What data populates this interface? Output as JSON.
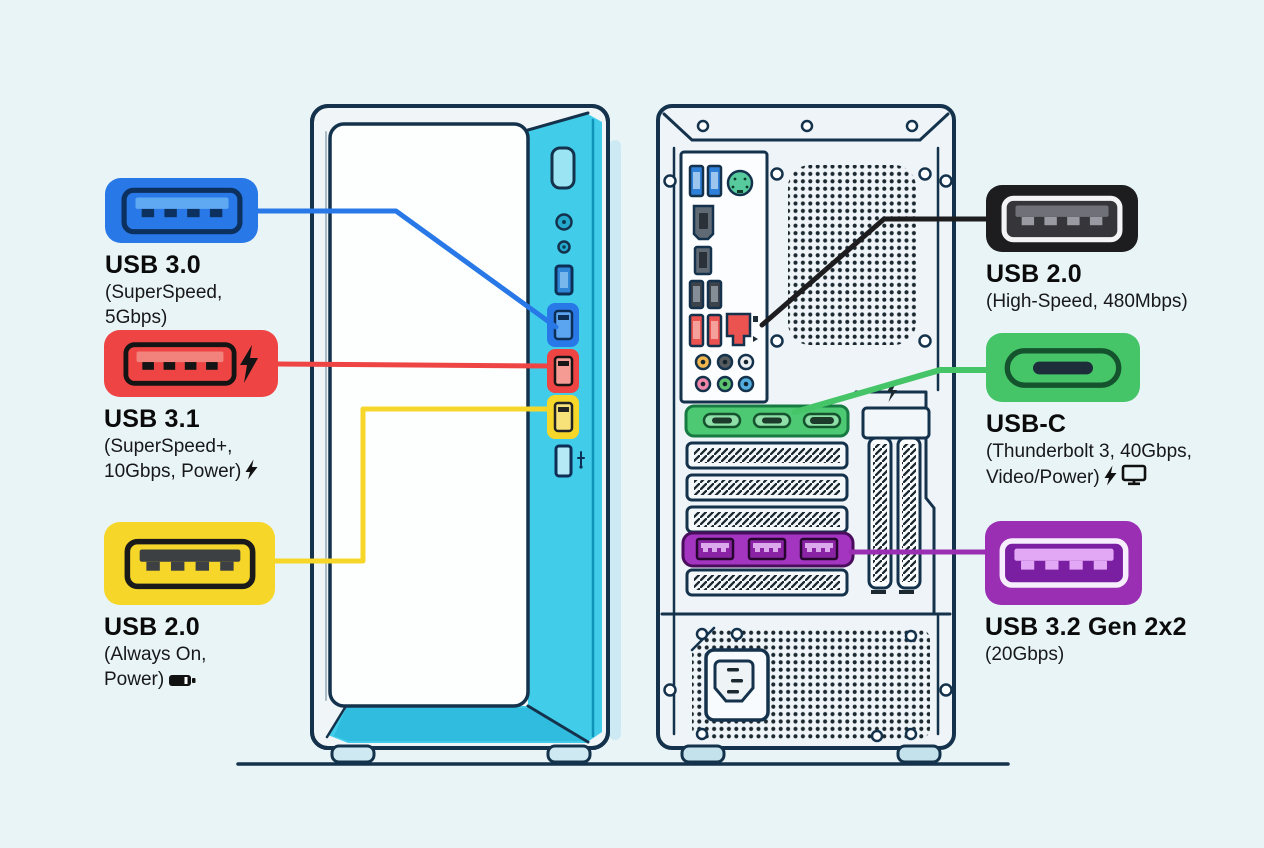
{
  "scene": {
    "background": "#e9f4f6",
    "outline": "#14324c",
    "tower_front_color": "#41cdea",
    "ground_color": "#14324c"
  },
  "ports_left": [
    {
      "name": "USB 3.0",
      "spec": "(SuperSpeed, 5Gbps)",
      "color": "#2878e8",
      "badges": []
    },
    {
      "name": "USB 3.1",
      "spec": "(SuperSpeed+,\n10Gbps, Power)",
      "color": "#ee4444",
      "badges": [
        "lightning"
      ]
    },
    {
      "name": "USB 2.0",
      "spec": "(Always On,\nPower)",
      "color": "#f6d729",
      "badges": [
        "battery"
      ]
    }
  ],
  "ports_right": [
    {
      "name": "USB 2.0",
      "spec": "(High-Speed, 480Mbps)",
      "color": "#1d1d1f",
      "badges": []
    },
    {
      "name": "USB-C",
      "spec": "(Thunderbolt 3, 40Gbps,\nVideo/Power)",
      "color": "#45c468",
      "badges": [
        "lightning",
        "monitor"
      ]
    },
    {
      "name": "USB 3.2 Gen 2x2",
      "spec": "(20Gbps)",
      "color": "#9a2fb4",
      "badges": []
    }
  ]
}
